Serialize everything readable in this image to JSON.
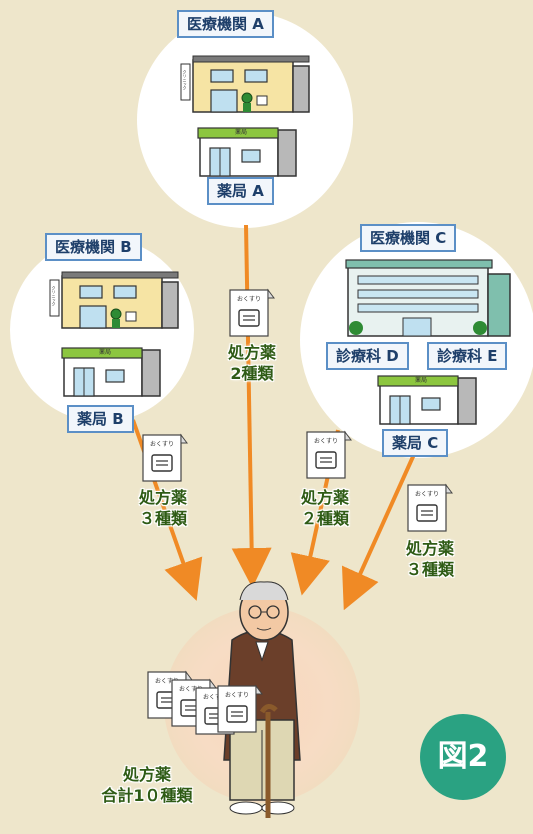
{
  "facilities": {
    "a": {
      "name": "医療機関 A",
      "pharmacy": "薬局 A"
    },
    "b": {
      "name": "医療機関 B",
      "pharmacy": "薬局 B"
    },
    "c": {
      "name": "医療機関 C",
      "pharmacy": "薬局 C",
      "dept1": "診療科 D",
      "dept2": "診療科 E"
    }
  },
  "signs": {
    "clinic": "クリニック",
    "pharmacy": "薬局"
  },
  "slip_label": "おくすり",
  "prescriptions": {
    "a": {
      "line1": "処方薬",
      "line2": "2種類"
    },
    "b": {
      "line1": "処方薬",
      "line2": "３種類"
    },
    "d": {
      "line1": "処方薬",
      "line2": "２種類"
    },
    "e": {
      "line1": "処方薬",
      "line2": "３種類"
    },
    "total": {
      "line1": "処方薬",
      "line2": "合計1０種類"
    }
  },
  "figure_label": "図2",
  "colors": {
    "background": "#eee6cb",
    "arrow": "#f08a25",
    "badge": "#2aa282",
    "label_border": "#5b8fc6",
    "rx_text": "#2e5b15",
    "patient_glow": "#f7dcc4"
  }
}
